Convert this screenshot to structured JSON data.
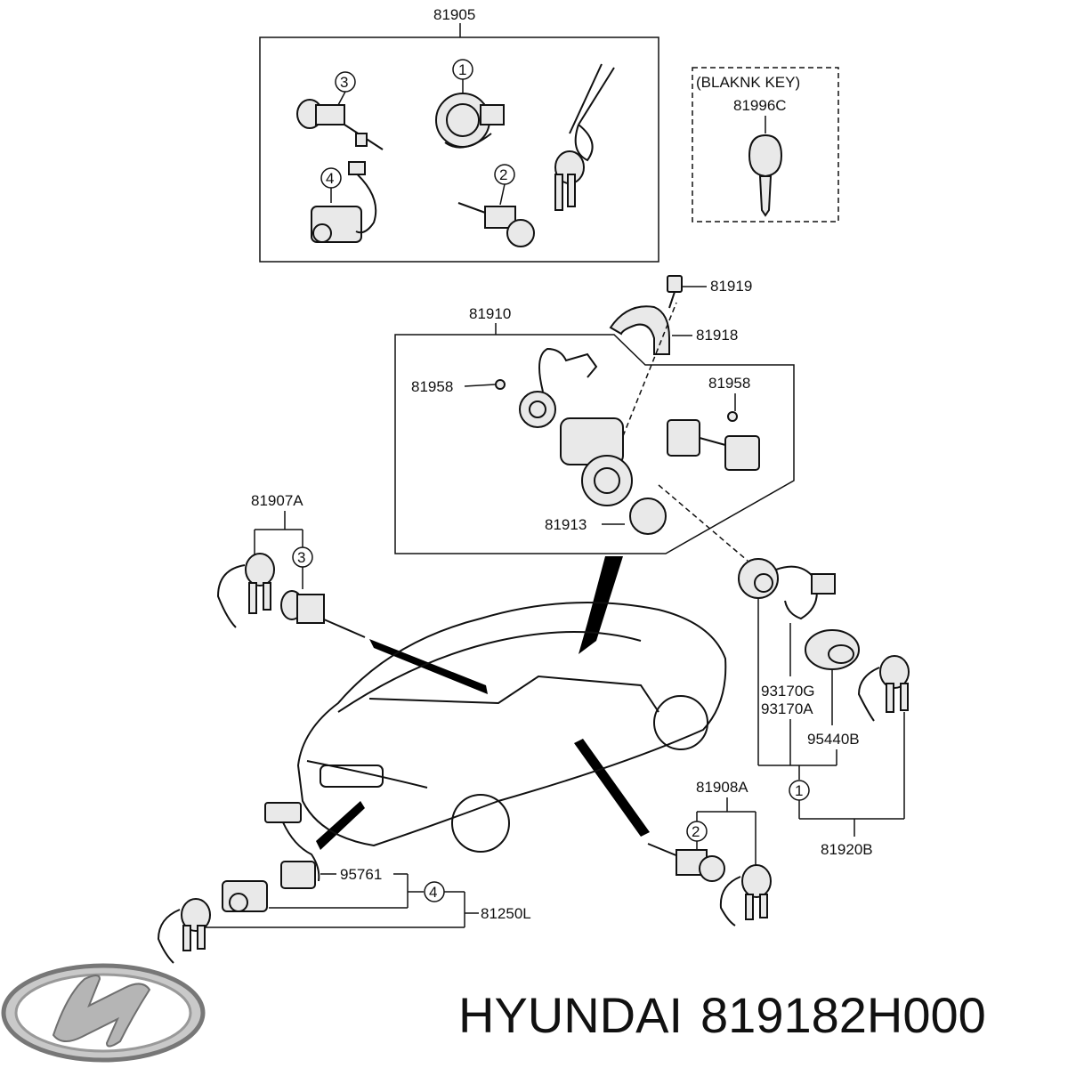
{
  "brand": {
    "maker": "HYUNDAI",
    "part_number": "819182H000"
  },
  "logo": {
    "icon": "hyundai-logo-icon"
  },
  "blank_key_box": {
    "caption": "(BLAKNK KEY)",
    "part": "81996C"
  },
  "labels": {
    "l81905": "81905",
    "l81910": "81910",
    "l81919": "81919",
    "l81918": "81918",
    "l81958a": "81958",
    "l81958b": "81958",
    "l81913": "81913",
    "l81907A": "81907A",
    "l93170G": "93170G",
    "l93170A": "93170A",
    "l95440B": "95440B",
    "l81920B": "81920B",
    "l81908A": "81908A",
    "l95761": "95761",
    "l81250L": "81250L"
  },
  "callouts": {
    "c1": "1",
    "c2": "2",
    "c3": "3",
    "c4": "4",
    "c3b": "3",
    "c1b": "1",
    "c2b": "2",
    "c4b": "4"
  }
}
